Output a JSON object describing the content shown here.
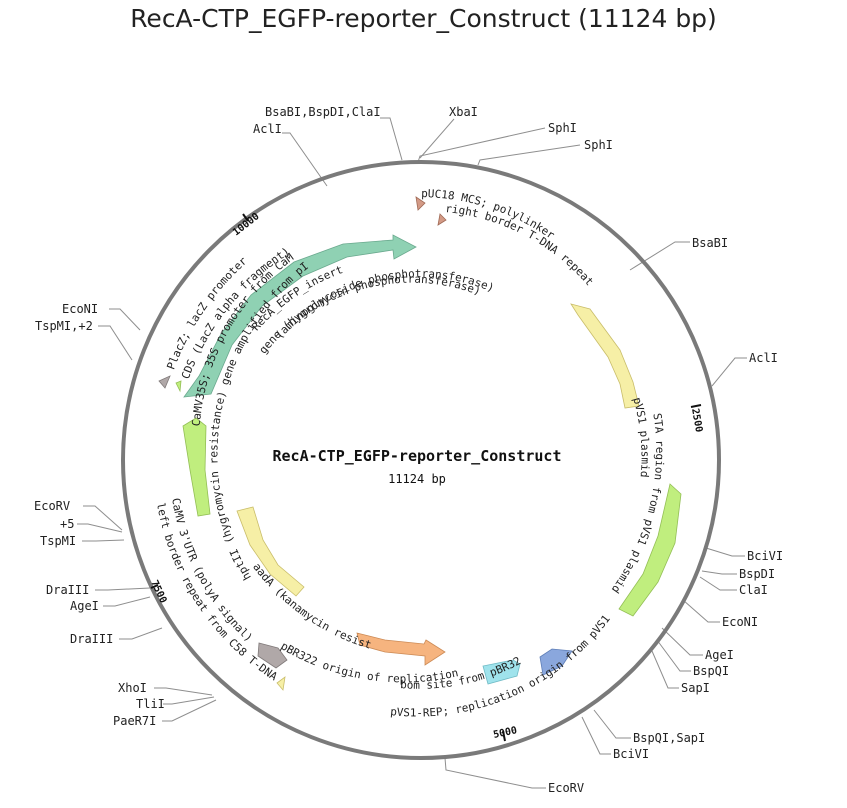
{
  "title": "RecA-CTP_EGFP-reporter_Construct (11124 bp)",
  "center": {
    "name": "RecA-CTP_EGFP-reporter_Construct",
    "length": "11124 bp"
  },
  "colors": {
    "backbone": "#7a7a7a",
    "cds": "#f6efa6",
    "insert": "#8fd1b3",
    "rep": "#c0ee7e",
    "ori": "#f6b47f",
    "misc": "#9fe3ec",
    "blue": "#8aa7dd",
    "gray": "#b0a8a8",
    "primer": "#d39a86",
    "xbai": "#c96a4a"
  },
  "ticks": [
    "10000",
    "2500",
    "5000",
    "7500"
  ],
  "sites": [
    {
      "label": "BsaBI,BspDI,ClaI"
    },
    {
      "label": "AclI"
    },
    {
      "label": "XbaI"
    },
    {
      "label": "SphI"
    },
    {
      "label": "SphI"
    },
    {
      "label": "BsaBI"
    },
    {
      "label": "AclI"
    },
    {
      "label": "BciVI"
    },
    {
      "label": "BspDI"
    },
    {
      "label": "ClaI"
    },
    {
      "label": "EcoNI"
    },
    {
      "label": "AgeI"
    },
    {
      "label": "BspQI"
    },
    {
      "label": "SapI"
    },
    {
      "label": "BspQI,SapI"
    },
    {
      "label": "BciVI"
    },
    {
      "label": "EcoRV"
    },
    {
      "label": "XhoI"
    },
    {
      "label": "TliI"
    },
    {
      "label": "PaeR7I"
    },
    {
      "label": "DraIII"
    },
    {
      "label": "DraIII"
    },
    {
      "label": "AgeI"
    },
    {
      "label": "EcoRV"
    },
    {
      "label": "+5"
    },
    {
      "label": "TspMI"
    },
    {
      "label": "EcoNI"
    },
    {
      "label": "TspMI,+2"
    }
  ],
  "features": [
    {
      "label": "pUC18 MCS; polylinker"
    },
    {
      "label": "right border T-DNA repeat"
    },
    {
      "label": "pVS1 plasmid"
    },
    {
      "label": "STA region from pVS1 plasmid"
    },
    {
      "label": "pVS1-REP; replication origin from pVS1"
    },
    {
      "label": "bom site from pBR322"
    },
    {
      "label": "pBR322 origin of replication"
    },
    {
      "label": "aadA (kanamycin resistance)"
    },
    {
      "label": "hptII (hygromycin resistance) gene amplified from pIG121Hm"
    },
    {
      "label": "CaMV 3'UTR (polyA signal)"
    },
    {
      "label": "left border repeat from C58 T-DNA"
    },
    {
      "label": "CaMV35S; 35S promoter from CaMV"
    },
    {
      "label": "CDS (LacZ alpha fragment)"
    },
    {
      "label": "PlacZ; lacZ promoter"
    },
    {
      "label": "RecA_EGFP_insert"
    },
    {
      "label": "(aminoglycoside phosphotransferase)"
    },
    {
      "label": "gene (hygromycin phosphotransferase)"
    }
  ]
}
